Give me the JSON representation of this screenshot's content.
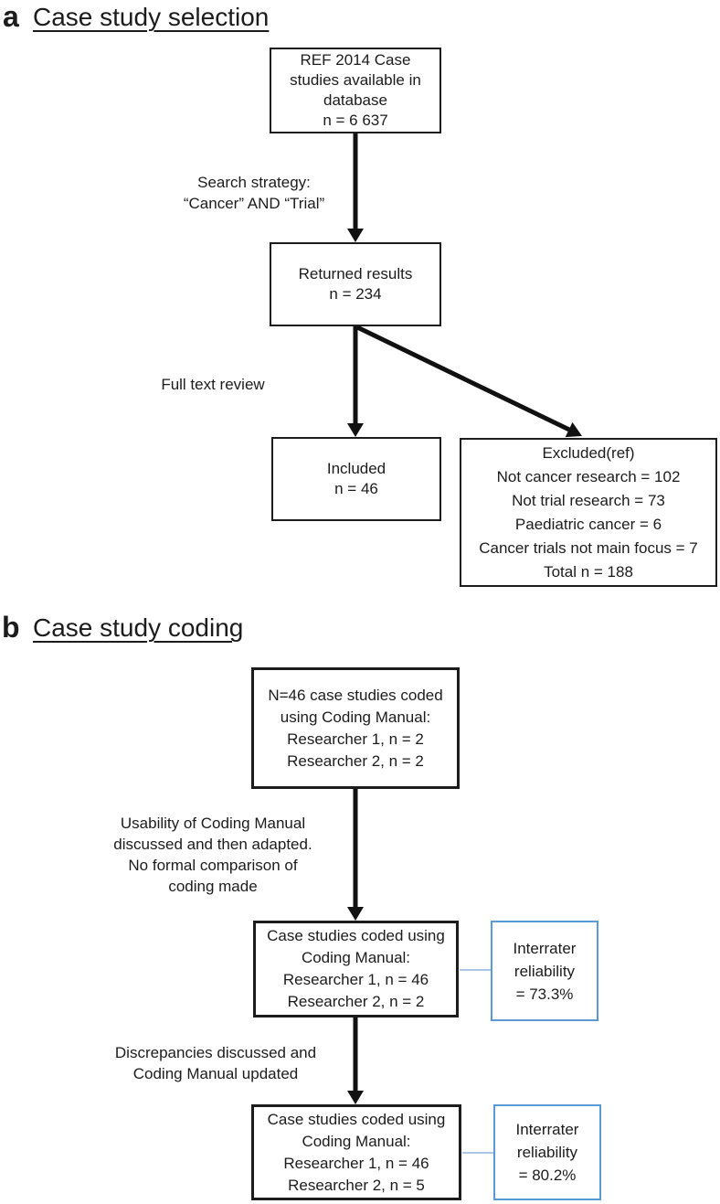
{
  "colors": {
    "background": "#ffffff",
    "ink": "#1c1c1c",
    "box-border": "#1c1c1c",
    "arrow": "#111111",
    "note-border": "#5b9bd5",
    "connector": "#aac7e8"
  },
  "panel_a": {
    "index_label": "a",
    "heading": "Case study selection",
    "boxes": {
      "database": {
        "lines": [
          "REF 2014 Case",
          "studies available in",
          "database",
          "n = 6 637"
        ]
      },
      "returned": {
        "lines": [
          "Returned results",
          "n = 234"
        ]
      },
      "included": {
        "lines": [
          "Included",
          "n = 46"
        ]
      },
      "excluded": {
        "lines": [
          "Excluded(ref)",
          "Not cancer research = 102",
          "Not trial research = 73",
          "Paediatric cancer = 6",
          "Cancer trials not main focus = 7",
          "Total n = 188"
        ]
      }
    },
    "edge_labels": {
      "search_strategy": {
        "lines": [
          "Search strategy:",
          "“Cancer” AND “Trial”"
        ]
      },
      "full_text_review": {
        "lines": [
          "Full text review"
        ]
      }
    }
  },
  "panel_b": {
    "index_label": "b",
    "heading": "Case study coding",
    "boxes": {
      "initial_coding": {
        "lines": [
          "N=46 case studies coded",
          "using Coding Manual:",
          "Researcher 1, n = 2",
          "Researcher 2, n = 2"
        ]
      },
      "second_coding": {
        "lines": [
          "Case studies coded using",
          "Coding Manual:",
          "Researcher 1, n = 46",
          "Researcher 2, n = 2"
        ]
      },
      "third_coding": {
        "lines": [
          "Case studies coded using",
          "Coding Manual:",
          "Researcher 1, n = 46",
          "Researcher 2, n = 5"
        ]
      }
    },
    "notes": {
      "interrater_1": {
        "lines": [
          "Interrater",
          "reliability",
          "= 73.3%"
        ]
      },
      "interrater_2": {
        "lines": [
          "Interrater",
          "reliability",
          "= 80.2%"
        ]
      }
    },
    "edge_labels": {
      "usability": {
        "lines": [
          "Usability of Coding Manual",
          "discussed and then adapted.",
          "No formal comparison of",
          "coding made"
        ]
      },
      "discrepancies": {
        "lines": [
          "Discrepancies discussed and",
          "Coding Manual updated"
        ]
      }
    }
  }
}
